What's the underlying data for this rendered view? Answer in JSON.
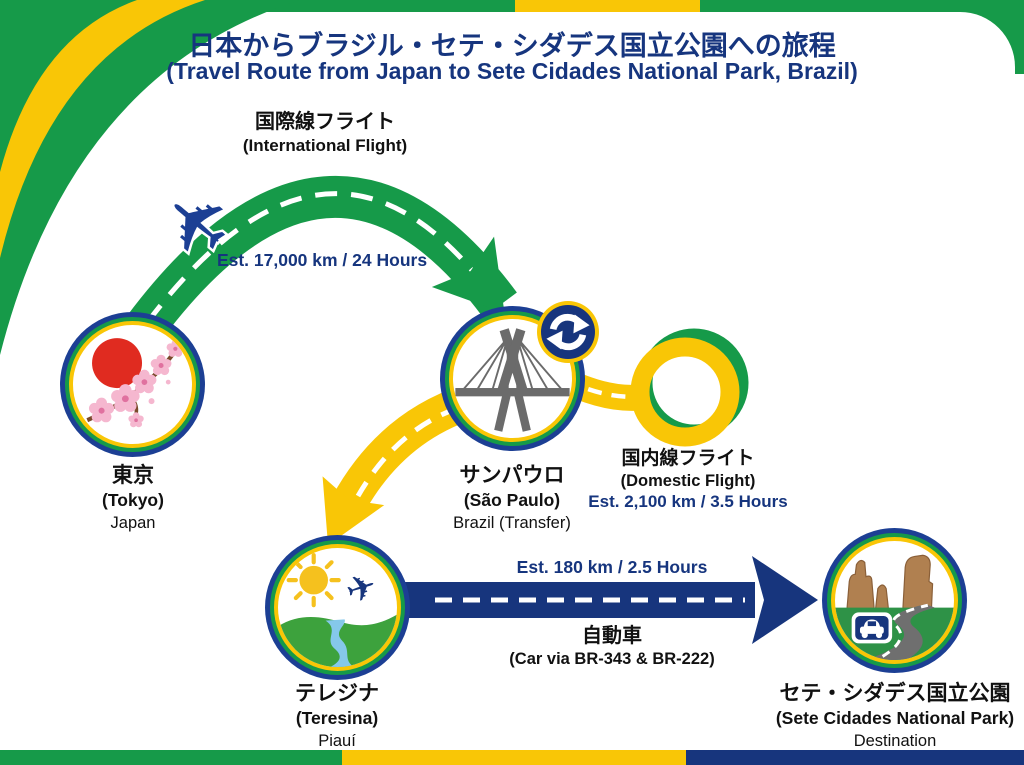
{
  "title": {
    "jp": "日本からブラジル・セテ・シダデス国立公園への旅程",
    "en": "(Travel Route from Japan to Sete Cidades National Park, Brazil)"
  },
  "legs": {
    "international": {
      "jp": "国際線フライト",
      "en": "(International Flight)",
      "est": "Est. 17,000 km / 24 Hours"
    },
    "domestic": {
      "jp": "国内線フライト",
      "en": "(Domestic Flight)",
      "est": "Est. 2,100 km / 3.5 Hours"
    },
    "car": {
      "jp": "自動車",
      "en": "(Car via BR-343 & BR-222)",
      "est": "Est. 180 km / 2.5 Hours"
    }
  },
  "nodes": {
    "tokyo": {
      "jp": "東京",
      "en": "(Tokyo)",
      "sub": "Japan"
    },
    "sao_paulo": {
      "jp": "サンパウロ",
      "en": "(São Paulo)",
      "sub": "Brazil (Transfer)"
    },
    "teresina": {
      "jp": "テレジナ",
      "en": "(Teresina)",
      "sub": "Piauí"
    },
    "destination": {
      "jp": "セテ・シダデス国立公園",
      "en": "(Sete Cidades National Park)",
      "sub": "Destination"
    }
  },
  "icons": {
    "plane": "✈",
    "tokyo_node": "rising-sun-cherry-blossom",
    "sao_paulo_node": "cable-stayed-bridge",
    "teresina_node": "sun-river-plane",
    "destination_node": "rock-formations-road-car",
    "transfer_badge": "cycle-arrows"
  },
  "colors": {
    "green": "#169a49",
    "yellow": "#f9c606",
    "navy": "#17357d",
    "red": "#e02b20"
  }
}
